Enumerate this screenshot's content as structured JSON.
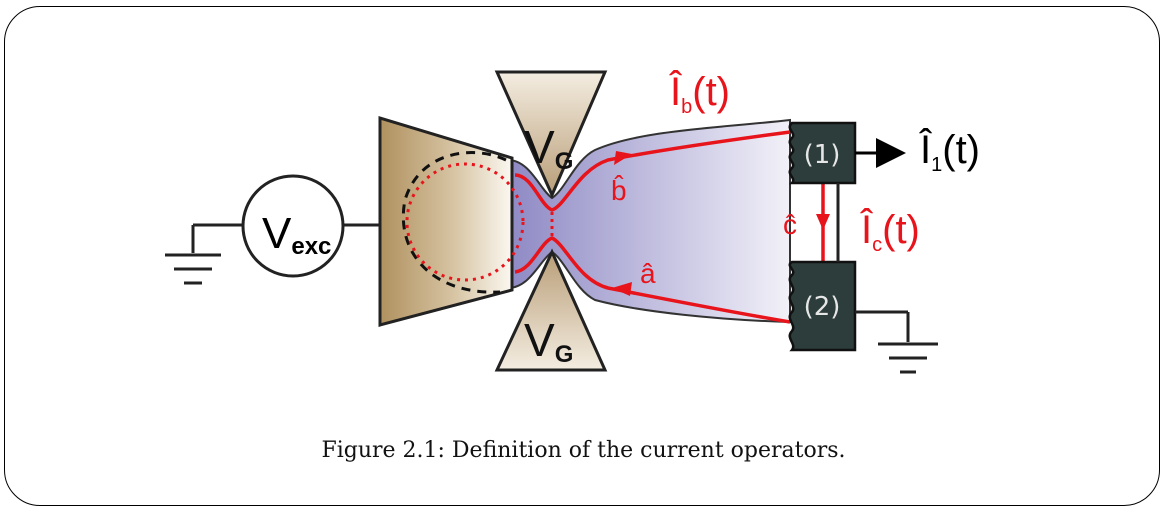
{
  "source": {
    "label": "V",
    "subscript": "exc"
  },
  "gates": {
    "label": "V",
    "subscript": "G"
  },
  "contacts": [
    {
      "label": "(1)"
    },
    {
      "label": "(2)"
    }
  ],
  "operators": {
    "b_hat": "b̂",
    "a_hat": "â",
    "c_hat": "ĉ",
    "Ib": {
      "symbol": "Î",
      "subscript": "b",
      "arg": "(t)"
    },
    "I1": {
      "symbol": "Î",
      "subscript": "1",
      "arg": "(t)"
    },
    "Ic": {
      "symbol": "Î",
      "subscript": "c",
      "arg": "(t)"
    }
  },
  "caption": "Figure 2.1: Definition of the current operators.",
  "colors": {
    "edge_channel": "#e8141c",
    "contact": "#2a3a3a",
    "gate_fill": "#c7b08e",
    "source_fill": "#b89a6c",
    "channel_fill": "#a7a3d2"
  }
}
